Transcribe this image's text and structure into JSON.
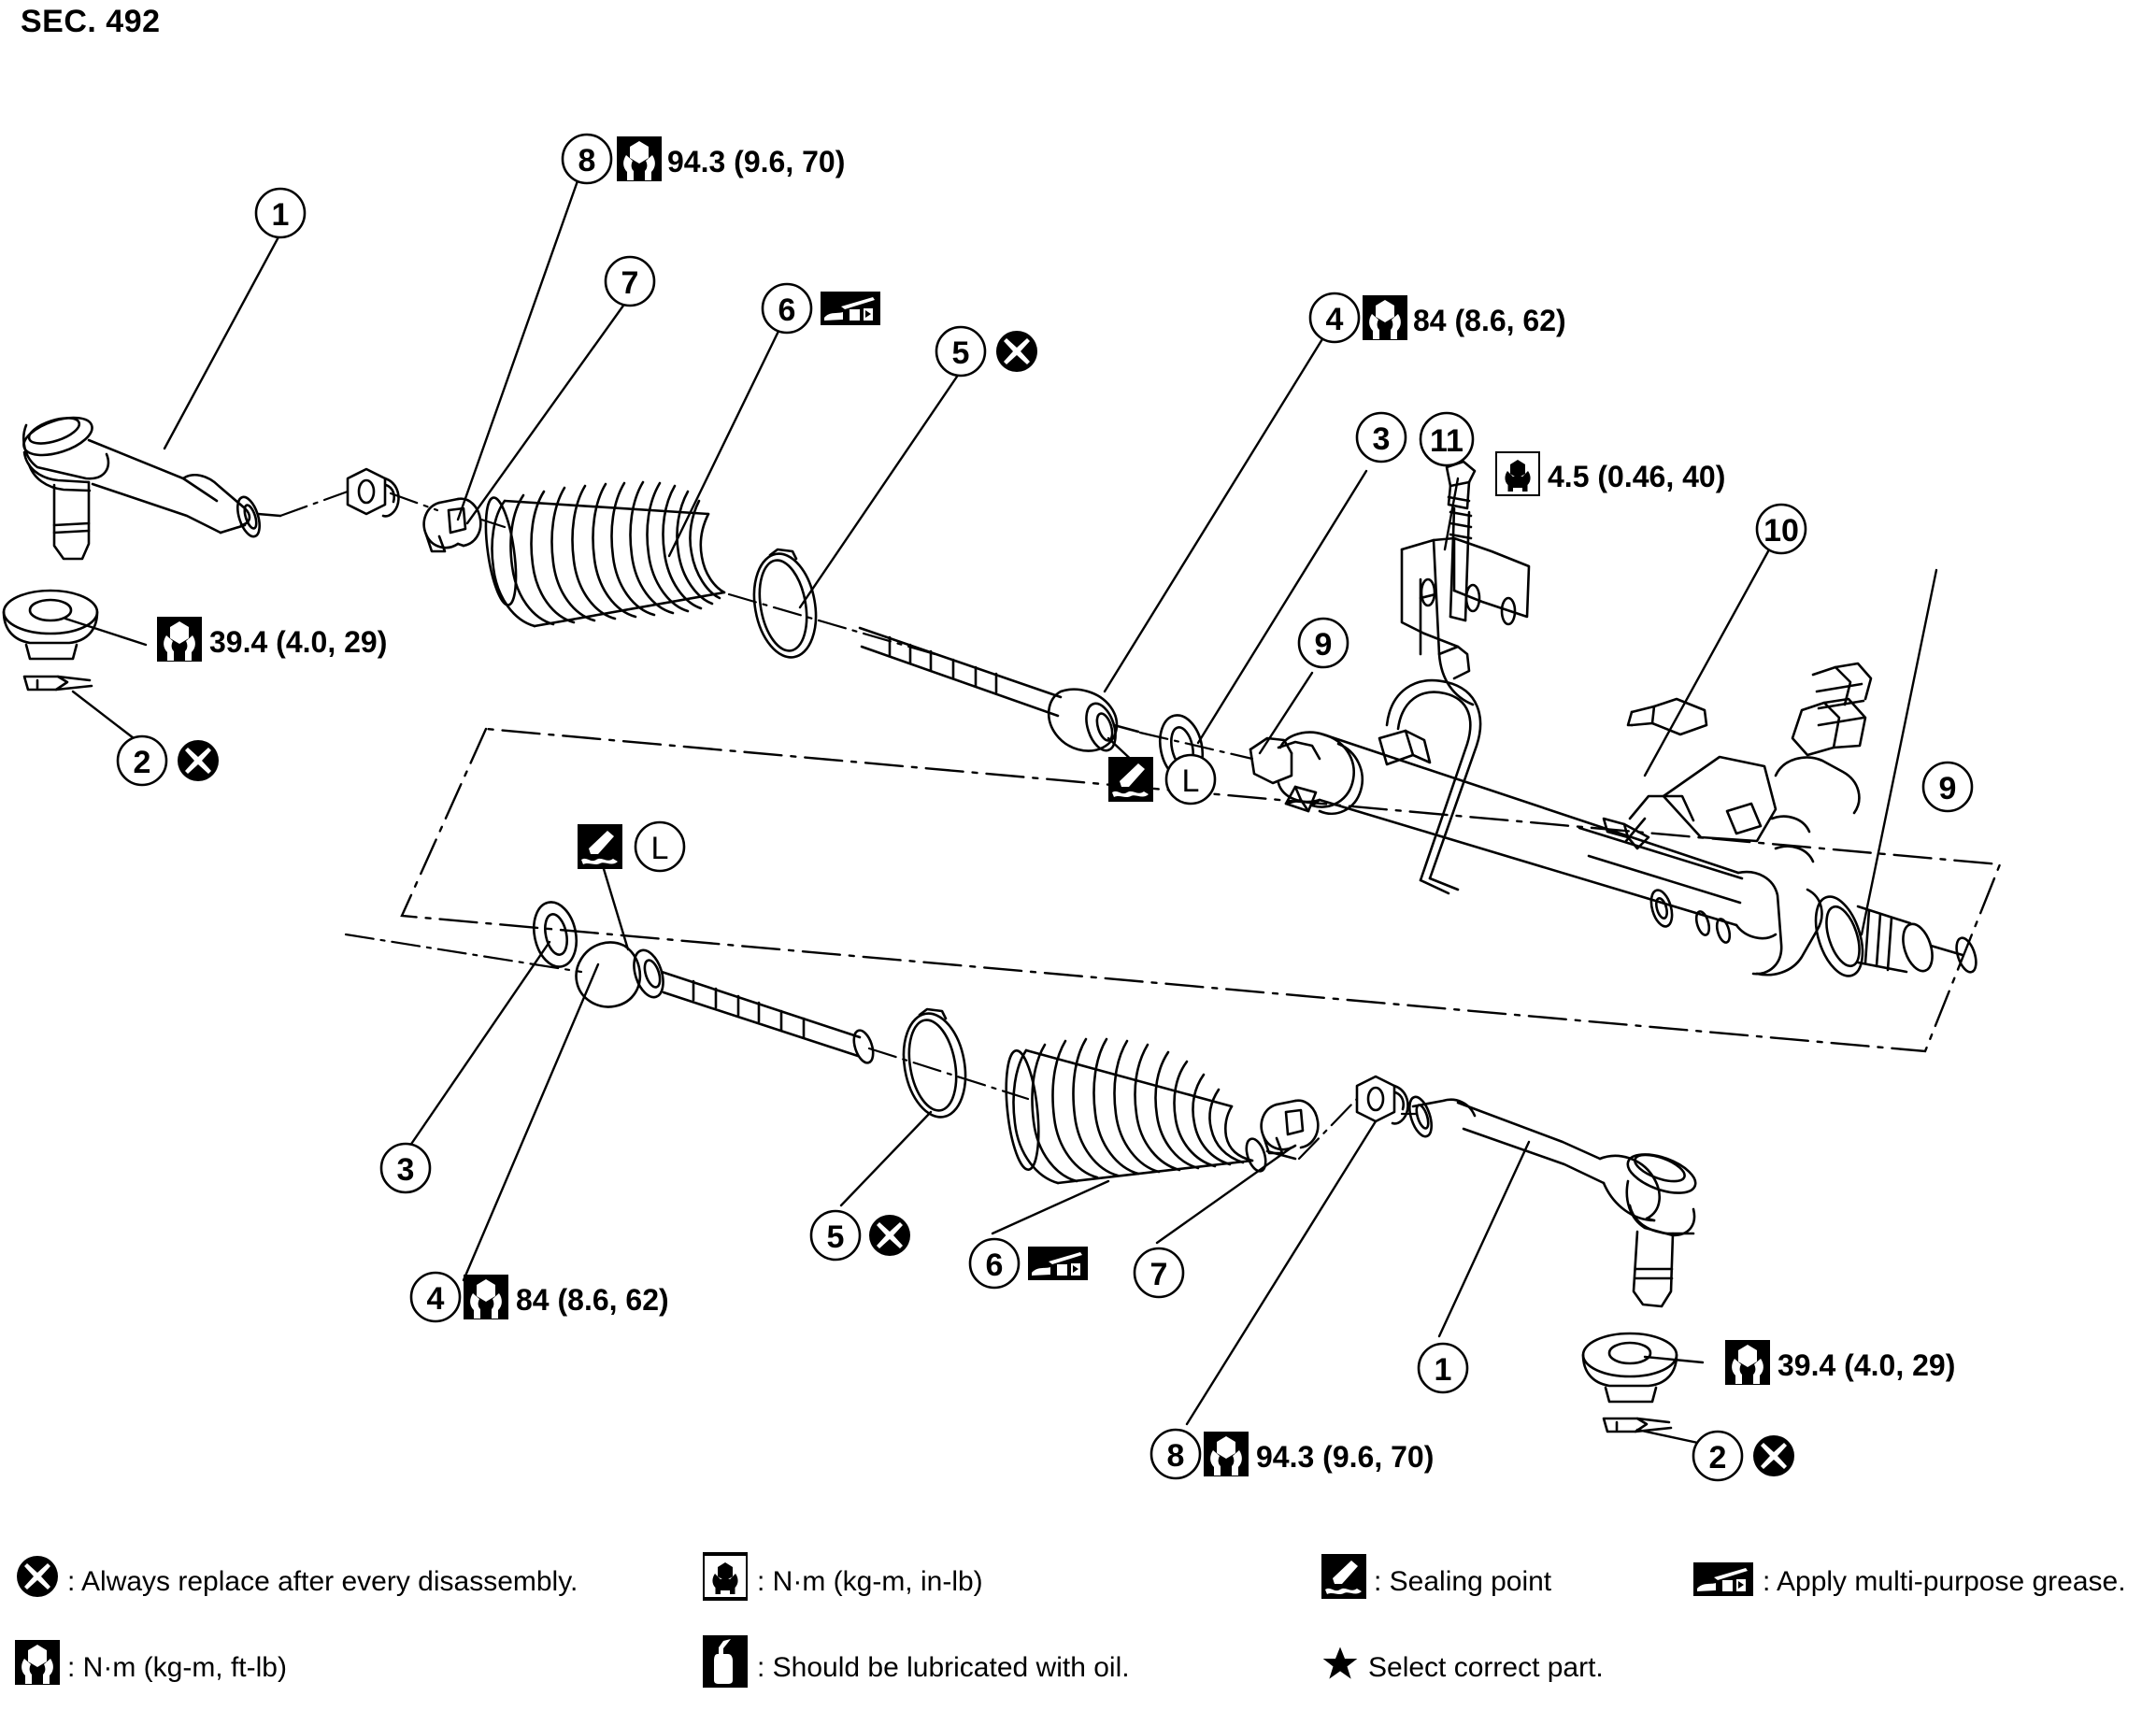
{
  "title": "SEC. 492",
  "diagram": {
    "name": "steering-gear-and-linkage-exploded-view",
    "section": "SEC. 492"
  },
  "callouts": [
    {
      "id": "c1-top",
      "number": "1",
      "icons": [],
      "torque": ""
    },
    {
      "id": "c8-top",
      "number": "8",
      "icons": [
        "wrench-ftlb-icon"
      ],
      "torque": "94.3 (9.6, 70)"
    },
    {
      "id": "c7-top",
      "number": "7",
      "icons": [],
      "torque": ""
    },
    {
      "id": "c6-top",
      "number": "6",
      "icons": [
        "grease-icon"
      ],
      "torque": ""
    },
    {
      "id": "c5-top",
      "number": "5",
      "icons": [
        "replace-x-icon"
      ],
      "torque": ""
    },
    {
      "id": "c4-top",
      "number": "4",
      "icons": [
        "wrench-ftlb-icon"
      ],
      "torque": "84 (8.6, 62)"
    },
    {
      "id": "c3-top",
      "number": "3",
      "icons": [],
      "torque": ""
    },
    {
      "id": "c11-top",
      "number": "11",
      "icons": [
        "wrench-inlb-icon"
      ],
      "torque": "4.5 (0.46, 40)"
    },
    {
      "id": "c10-top",
      "number": "10",
      "icons": [],
      "torque": ""
    },
    {
      "id": "c9-top",
      "number": "9",
      "icons": [],
      "torque": ""
    },
    {
      "id": "c9-right",
      "number": "9",
      "icons": [],
      "torque": ""
    },
    {
      "id": "c2-top",
      "number": "2",
      "icons": [
        "replace-x-icon"
      ],
      "torque": ""
    },
    {
      "id": "c-torque-394-top",
      "number": "",
      "icons": [
        "wrench-ftlb-icon"
      ],
      "torque": "39.4 (4.0, 29)"
    },
    {
      "id": "c-seal-L-top",
      "number": "",
      "icons": [
        "sealing-point-icon",
        "circle-L-icon"
      ],
      "torque": ""
    },
    {
      "id": "c-seal-L-bottom",
      "number": "",
      "icons": [
        "sealing-point-icon",
        "circle-L-icon"
      ],
      "torque": ""
    },
    {
      "id": "c3-bottom",
      "number": "3",
      "icons": [],
      "torque": ""
    },
    {
      "id": "c4-bottom",
      "number": "4",
      "icons": [
        "wrench-ftlb-icon"
      ],
      "torque": "84 (8.6, 62)"
    },
    {
      "id": "c5-bottom",
      "number": "5",
      "icons": [
        "replace-x-icon"
      ],
      "torque": ""
    },
    {
      "id": "c6-bottom",
      "number": "6",
      "icons": [
        "grease-icon"
      ],
      "torque": ""
    },
    {
      "id": "c7-bottom",
      "number": "7",
      "icons": [],
      "torque": ""
    },
    {
      "id": "c8-bottom",
      "number": "8",
      "icons": [
        "wrench-ftlb-icon"
      ],
      "torque": "94.3 (9.6, 70)"
    },
    {
      "id": "c1-bottom",
      "number": "1",
      "icons": [],
      "torque": ""
    },
    {
      "id": "c2-bottom",
      "number": "2",
      "icons": [
        "replace-x-icon"
      ],
      "torque": ""
    },
    {
      "id": "c-torque-394-bottom",
      "number": "",
      "icons": [
        "wrench-ftlb-icon"
      ],
      "torque": "39.4 (4.0, 29)"
    }
  ],
  "labels": {
    "c1_top": "1",
    "c8_top": "8",
    "c8_top_torque": "94.3 (9.6, 70)",
    "c7_top": "7",
    "c6_top": "6",
    "c5_top": "5",
    "c4_top": "4",
    "c4_top_torque": "84 (8.6, 62)",
    "c3_top": "3",
    "c11_top": "11",
    "c11_top_torque": "4.5 (0.46, 40)",
    "c10_top": "10",
    "c9_top": "9",
    "c9_right": "9",
    "c2_top": "2",
    "torque_394_top": "39.4 (4.0, 29)",
    "L_top": "L",
    "L_bottom": "L",
    "c3_bottom": "3",
    "c4_bottom": "4",
    "c4_bottom_torque": "84 (8.6, 62)",
    "c5_bottom": "5",
    "c6_bottom": "6",
    "c7_bottom": "7",
    "c8_bottom": "8",
    "c8_bottom_torque": "94.3 (9.6, 70)",
    "c1_bottom": "1",
    "c2_bottom": "2",
    "torque_394_bottom": "39.4 (4.0, 29)"
  },
  "legend": [
    {
      "icon": "replace-x-icon",
      "text": ": Always replace after every disassembly."
    },
    {
      "icon": "wrench-inlb-icon",
      "text": ": N·m (kg-m, in-lb)"
    },
    {
      "icon": "sealing-point-icon",
      "text": ": Sealing point"
    },
    {
      "icon": "grease-icon",
      "text": ": Apply multi-purpose grease."
    },
    {
      "icon": "wrench-ftlb-icon",
      "text": ": N·m (kg-m, ft-lb)"
    },
    {
      "icon": "oil-can-icon",
      "text": ": Should be lubricated with oil."
    },
    {
      "icon": "star-icon",
      "text": "Select correct part."
    }
  ],
  "legend_items": {
    "replace": ": Always replace after every disassembly.",
    "nm_inlb": ": N·m (kg-m, in-lb)",
    "sealing": ": Sealing point",
    "grease": ": Apply multi-purpose grease.",
    "nm_ftlb": ": N·m (kg-m, ft-lb)",
    "oil": ": Should be lubricated with oil.",
    "star": "Select correct part."
  },
  "colors": {
    "line": "#000000",
    "background": "#ffffff"
  }
}
